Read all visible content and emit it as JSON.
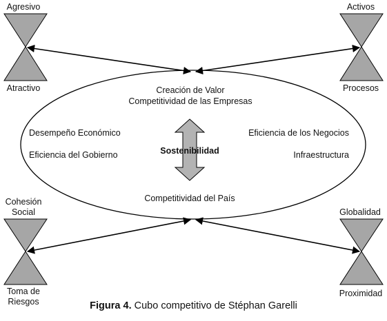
{
  "corners": {
    "top_left": {
      "top": "Agresivo",
      "bottom": "Atractivo"
    },
    "top_right": {
      "top": "Activos",
      "bottom": "Procesos"
    },
    "bottom_left": {
      "top": [
        "Cohesión",
        "Social"
      ],
      "bottom": [
        "Toma de",
        "Riesgos"
      ]
    },
    "bottom_right": {
      "top": "Globalidad",
      "bottom": "Proximidad"
    }
  },
  "ellipse": {
    "top_lines": [
      "Creación de Valor",
      "Competitividad de las Empresas"
    ],
    "left_items": [
      "Desempeño Económico",
      "Eficiencia del Gobierno"
    ],
    "right_items": [
      "Eficiencia de los Negocios",
      "Infraestructura"
    ],
    "center": "Sostenibilidad",
    "bottom": "Competitividad del País"
  },
  "caption": {
    "figure_label": "Figura 4.",
    "text": " Cubo competitivo de Stéphan Garelli"
  },
  "colors": {
    "hourglass_fill": "#a6a6a6",
    "center_arrow_fill": "#b3b3b3",
    "stroke": "#000000"
  }
}
